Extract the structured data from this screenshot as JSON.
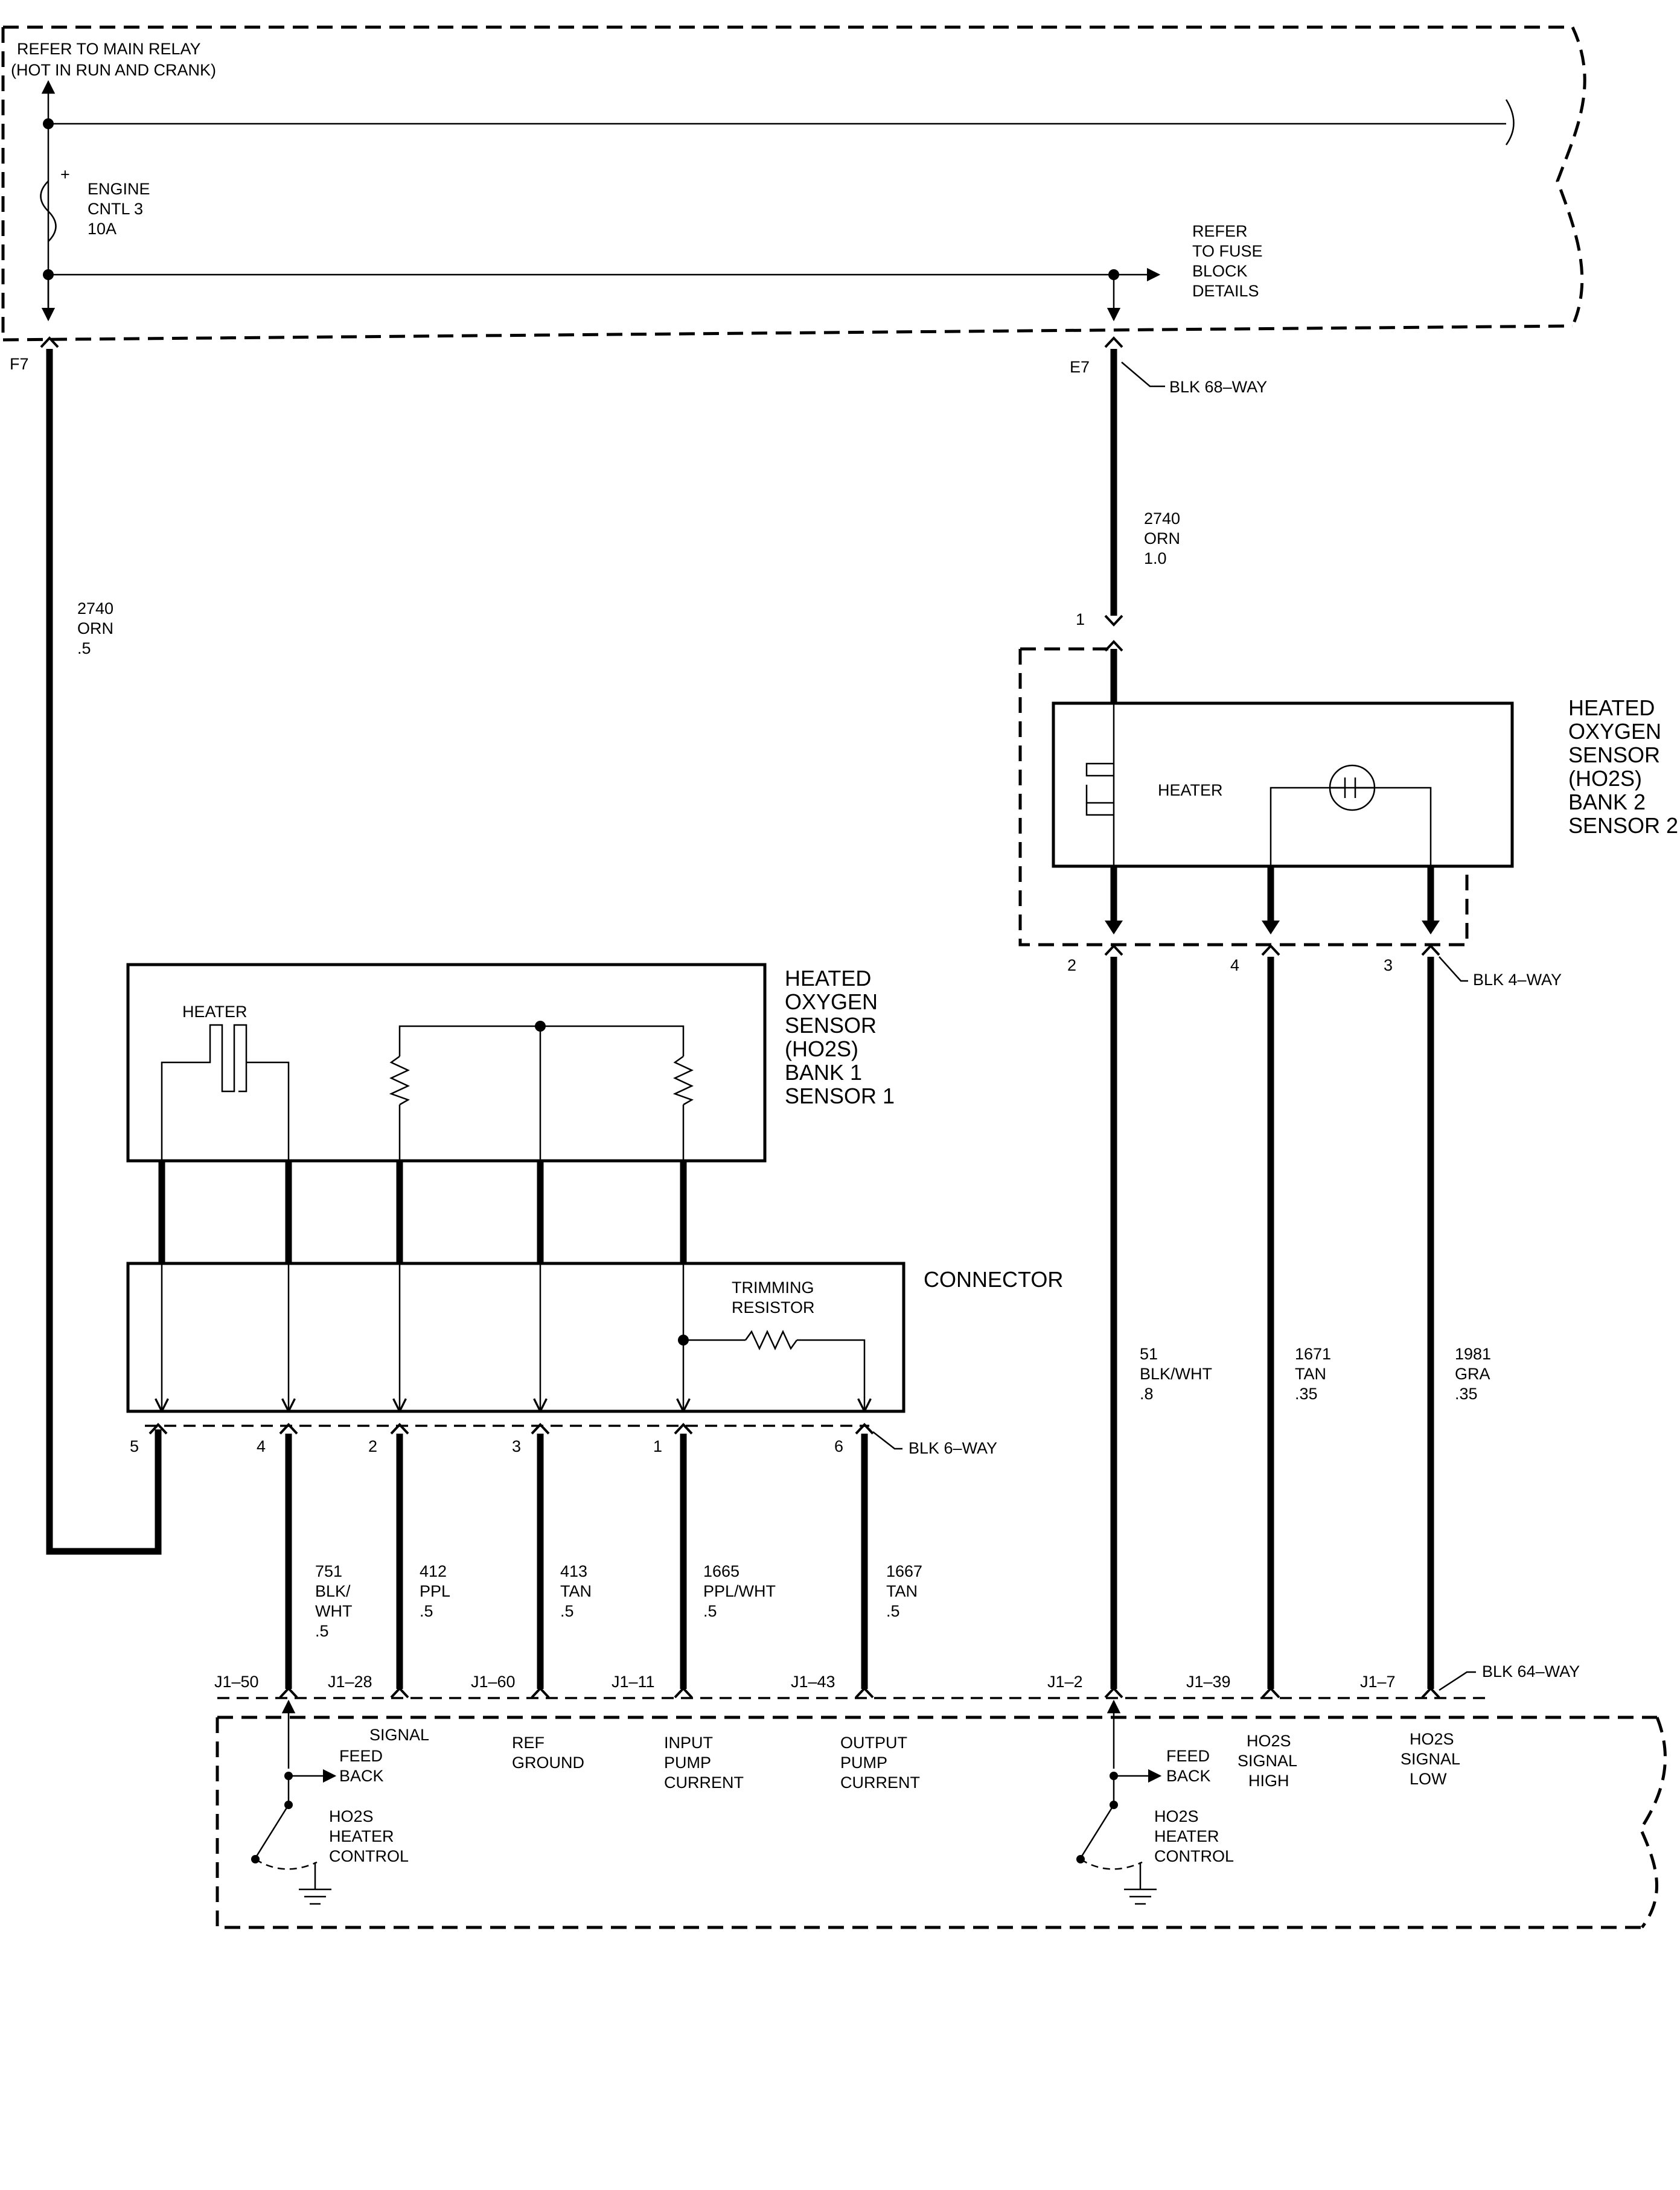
{
  "top_labels": {
    "relay_line1": "REFER TO MAIN RELAY",
    "relay_line2": "(HOT IN RUN AND CRANK)",
    "fuse_line1": "ENGINE",
    "fuse_line2": "CNTL 3",
    "fuse_line3": "10A",
    "fuse_plus": "+",
    "refer_line1": "REFER",
    "refer_line2": "TO FUSE",
    "refer_line3": "BLOCK",
    "refer_line4": "DETAILS"
  },
  "connectors": {
    "f7": "F7",
    "e7": "E7",
    "blk68": "BLK 68–WAY",
    "blk4": "BLK 4–WAY",
    "blk6": "BLK 6–WAY",
    "blk64": "BLK 64–WAY"
  },
  "wires": {
    "w2740_left": [
      "2740",
      "ORN",
      ".5"
    ],
    "w2740_right": [
      "2740",
      "ORN",
      "1.0"
    ],
    "w51": [
      "51",
      "BLK/WHT",
      ".8"
    ],
    "w1671": [
      "1671",
      "TAN",
      ".35"
    ],
    "w1981": [
      "1981",
      "GRA",
      ".35"
    ],
    "w751": [
      "751",
      "BLK/",
      "WHT",
      ".5"
    ],
    "w412": [
      "412",
      "PPL",
      ".5"
    ],
    "w413": [
      "413",
      "TAN",
      ".5"
    ],
    "w1665": [
      "1665",
      "PPL/WHT",
      ".5"
    ],
    "w1667": [
      "1667",
      "TAN",
      ".5"
    ]
  },
  "pins": {
    "s2_pin1": "1",
    "s2_pin2": "2",
    "s2_pin4": "4",
    "s2_pin3": "3",
    "s1_pin5": "5",
    "s1_pin4": "4",
    "s1_pin2": "2",
    "s1_pin3": "3",
    "s1_pin1": "1",
    "s1_pin6": "6"
  },
  "sensor2": {
    "title": [
      "HEATED",
      "OXYGEN",
      "SENSOR",
      "(HO2S)",
      "BANK 2",
      "SENSOR 2"
    ],
    "heater": "HEATER"
  },
  "sensor1": {
    "title": [
      "HEATED",
      "OXYGEN",
      "SENSOR",
      "(HO2S)",
      "BANK 1",
      "SENSOR 1"
    ],
    "heater": "HEATER"
  },
  "connector_box": {
    "title": "CONNECTOR",
    "trim_line1": "TRIMMING",
    "trim_line2": "RESISTOR"
  },
  "pcm_terminals": {
    "j1_50": "J1–50",
    "j1_28": "J1–28",
    "j1_60": "J1–60",
    "j1_11": "J1–11",
    "j1_43": "J1–43",
    "j1_2": "J1–2",
    "j1_39": "J1–39",
    "j1_7": "J1–7"
  },
  "pcm_labels": {
    "signal": "SIGNAL",
    "feed_back_l": [
      "FEED",
      "BACK"
    ],
    "heater_ctrl_l": [
      "HO2S",
      "HEATER",
      "CONTROL"
    ],
    "ref_ground": [
      "REF",
      "GROUND"
    ],
    "input_pump": [
      "INPUT",
      "PUMP",
      "CURRENT"
    ],
    "output_pump": [
      "OUTPUT",
      "PUMP",
      "CURRENT"
    ],
    "feed_back_r": [
      "FEED",
      "BACK"
    ],
    "heater_ctrl_r": [
      "HO2S",
      "HEATER",
      "CONTROL"
    ],
    "signal_high": [
      "HO2S",
      "SIGNAL",
      "HIGH"
    ],
    "signal_low": [
      "HO2S",
      "SIGNAL",
      "LOW"
    ]
  }
}
